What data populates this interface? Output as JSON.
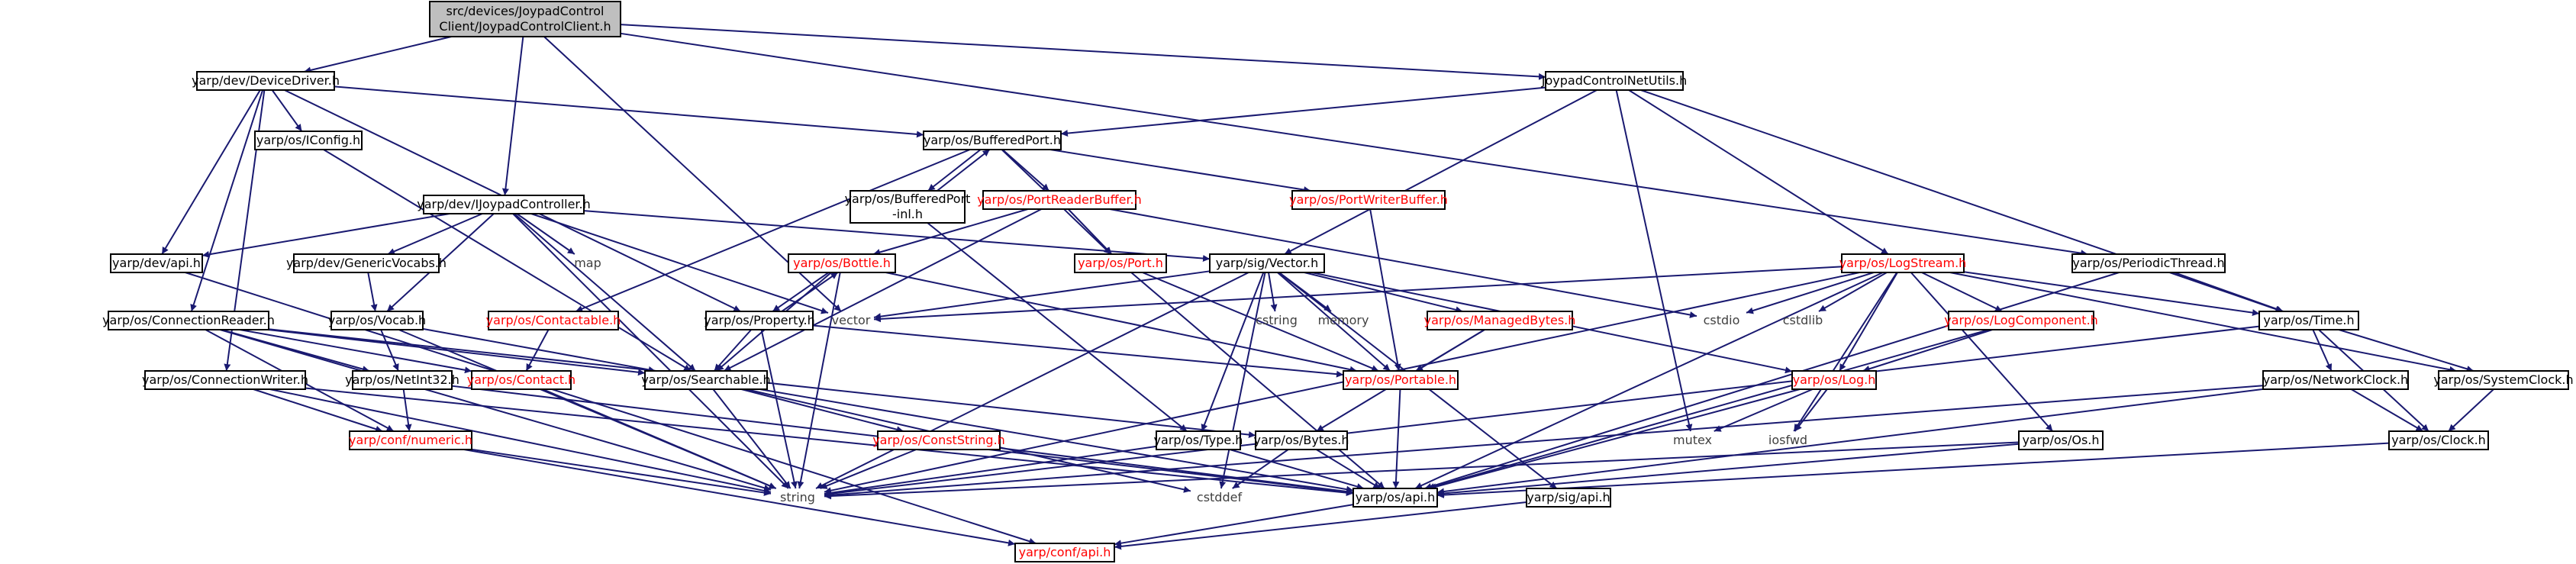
{
  "colors": {
    "edge": "#191970",
    "box_stroke": "#000000",
    "root_fill": "#bfbfbf",
    "box_fill": "#ffffff",
    "text_normal": "#000000",
    "text_incomplete": "#ff0000",
    "text_external": "#404040"
  },
  "nodes": [
    {
      "id": "root",
      "lines": [
        "src/devices/JoypadControl",
        "Client/JoypadControlClient.h"
      ],
      "style": "root"
    },
    {
      "id": "devdriver",
      "lines": [
        "yarp/dev/DeviceDriver.h"
      ],
      "style": "normal"
    },
    {
      "id": "jcnetutils",
      "lines": [
        "JoypadControlNetUtils.h"
      ],
      "style": "normal"
    },
    {
      "id": "iconfig",
      "lines": [
        "yarp/os/IConfig.h"
      ],
      "style": "normal"
    },
    {
      "id": "bufport",
      "lines": [
        "yarp/os/BufferedPort.h"
      ],
      "style": "normal"
    },
    {
      "id": "bufportinl",
      "lines": [
        "yarp/os/BufferedPort",
        "-inl.h"
      ],
      "style": "normal"
    },
    {
      "id": "portreaderbuf",
      "lines": [
        "yarp/os/PortReaderBuffer.h"
      ],
      "style": "incomplete"
    },
    {
      "id": "portwriterbuf",
      "lines": [
        "yarp/os/PortWriterBuffer.h"
      ],
      "style": "incomplete"
    },
    {
      "id": "ijoypad",
      "lines": [
        "yarp/dev/IJoypadController.h"
      ],
      "style": "normal"
    },
    {
      "id": "devapi",
      "lines": [
        "yarp/dev/api.h"
      ],
      "style": "normal"
    },
    {
      "id": "genvocabs",
      "lines": [
        "yarp/dev/GenericVocabs.h"
      ],
      "style": "normal"
    },
    {
      "id": "map",
      "lines": [
        "map"
      ],
      "style": "external"
    },
    {
      "id": "bottle",
      "lines": [
        "yarp/os/Bottle.h"
      ],
      "style": "incomplete"
    },
    {
      "id": "port",
      "lines": [
        "yarp/os/Port.h"
      ],
      "style": "incomplete"
    },
    {
      "id": "sigvector",
      "lines": [
        "yarp/sig/Vector.h"
      ],
      "style": "normal"
    },
    {
      "id": "logstream",
      "lines": [
        "yarp/os/LogStream.h"
      ],
      "style": "incomplete"
    },
    {
      "id": "periodic",
      "lines": [
        "yarp/os/PeriodicThread.h"
      ],
      "style": "normal"
    },
    {
      "id": "connreader",
      "lines": [
        "yarp/os/ConnectionReader.h"
      ],
      "style": "normal"
    },
    {
      "id": "vocab",
      "lines": [
        "yarp/os/Vocab.h"
      ],
      "style": "normal"
    },
    {
      "id": "contactable",
      "lines": [
        "yarp/os/Contactable.h"
      ],
      "style": "incomplete"
    },
    {
      "id": "property",
      "lines": [
        "yarp/os/Property.h"
      ],
      "style": "normal"
    },
    {
      "id": "vector",
      "lines": [
        "vector"
      ],
      "style": "external"
    },
    {
      "id": "cstring",
      "lines": [
        "cstring"
      ],
      "style": "external"
    },
    {
      "id": "memory",
      "lines": [
        "memory"
      ],
      "style": "external"
    },
    {
      "id": "managedbytes",
      "lines": [
        "yarp/os/ManagedBytes.h"
      ],
      "style": "incomplete"
    },
    {
      "id": "cstdio",
      "lines": [
        "cstdio"
      ],
      "style": "external"
    },
    {
      "id": "cstdlib",
      "lines": [
        "cstdlib"
      ],
      "style": "external"
    },
    {
      "id": "logcomponent",
      "lines": [
        "yarp/os/LogComponent.h"
      ],
      "style": "incomplete"
    },
    {
      "id": "time",
      "lines": [
        "yarp/os/Time.h"
      ],
      "style": "normal"
    },
    {
      "id": "connwriter",
      "lines": [
        "yarp/os/ConnectionWriter.h"
      ],
      "style": "normal"
    },
    {
      "id": "netint32",
      "lines": [
        "yarp/os/NetInt32.h"
      ],
      "style": "normal"
    },
    {
      "id": "contact",
      "lines": [
        "yarp/os/Contact.h"
      ],
      "style": "incomplete"
    },
    {
      "id": "searchable",
      "lines": [
        "yarp/os/Searchable.h"
      ],
      "style": "normal"
    },
    {
      "id": "portable",
      "lines": [
        "yarp/os/Portable.h"
      ],
      "style": "incomplete"
    },
    {
      "id": "log",
      "lines": [
        "yarp/os/Log.h"
      ],
      "style": "incomplete"
    },
    {
      "id": "netclock",
      "lines": [
        "yarp/os/NetworkClock.h"
      ],
      "style": "normal"
    },
    {
      "id": "sysclock",
      "lines": [
        "yarp/os/SystemClock.h"
      ],
      "style": "normal"
    },
    {
      "id": "confnumeric",
      "lines": [
        "yarp/conf/numeric.h"
      ],
      "style": "incomplete"
    },
    {
      "id": "conststring",
      "lines": [
        "yarp/os/ConstString.h"
      ],
      "style": "incomplete"
    },
    {
      "id": "type",
      "lines": [
        "yarp/os/Type.h"
      ],
      "style": "normal"
    },
    {
      "id": "bytes",
      "lines": [
        "yarp/os/Bytes.h"
      ],
      "style": "normal"
    },
    {
      "id": "mutex",
      "lines": [
        "mutex"
      ],
      "style": "external"
    },
    {
      "id": "iosfwd",
      "lines": [
        "iosfwd"
      ],
      "style": "external"
    },
    {
      "id": "osh",
      "lines": [
        "yarp/os/Os.h"
      ],
      "style": "normal"
    },
    {
      "id": "clock",
      "lines": [
        "yarp/os/Clock.h"
      ],
      "style": "normal"
    },
    {
      "id": "string",
      "lines": [
        "string"
      ],
      "style": "external"
    },
    {
      "id": "cstddef",
      "lines": [
        "cstddef"
      ],
      "style": "external"
    },
    {
      "id": "osapi",
      "lines": [
        "yarp/os/api.h"
      ],
      "style": "normal"
    },
    {
      "id": "sigapi",
      "lines": [
        "yarp/sig/api.h"
      ],
      "style": "normal"
    },
    {
      "id": "confapi",
      "lines": [
        "yarp/conf/api.h"
      ],
      "style": "incomplete"
    }
  ],
  "edges": [
    [
      "root",
      "devdriver"
    ],
    [
      "root",
      "jcnetutils"
    ],
    [
      "root",
      "ijoypad"
    ],
    [
      "root",
      "vector"
    ],
    [
      "root",
      "periodic"
    ],
    [
      "devdriver",
      "iconfig"
    ],
    [
      "devdriver",
      "bufport"
    ],
    [
      "devdriver",
      "devapi"
    ],
    [
      "devdriver",
      "connreader"
    ],
    [
      "devdriver",
      "connwriter"
    ],
    [
      "devdriver",
      "property"
    ],
    [
      "jcnetutils",
      "bufport"
    ],
    [
      "jcnetutils",
      "sigvector"
    ],
    [
      "jcnetutils",
      "logstream"
    ],
    [
      "jcnetutils",
      "time"
    ],
    [
      "jcnetutils",
      "mutex"
    ],
    [
      "iconfig",
      "searchable"
    ],
    [
      "bufport",
      "bufportinl"
    ],
    [
      "bufportinl",
      "bufport"
    ],
    [
      "bufport",
      "portreaderbuf"
    ],
    [
      "bufport",
      "portwriterbuf"
    ],
    [
      "bufport",
      "contactable"
    ],
    [
      "bufport",
      "port"
    ],
    [
      "bufportinl",
      "type"
    ],
    [
      "portreaderbuf",
      "bottle"
    ],
    [
      "portreaderbuf",
      "port"
    ],
    [
      "portreaderbuf",
      "cstdio"
    ],
    [
      "portreaderbuf",
      "searchable"
    ],
    [
      "portwriterbuf",
      "portable"
    ],
    [
      "ijoypad",
      "devapi"
    ],
    [
      "ijoypad",
      "genvocabs"
    ],
    [
      "ijoypad",
      "map"
    ],
    [
      "ijoypad",
      "vector"
    ],
    [
      "ijoypad",
      "sigvector"
    ],
    [
      "ijoypad",
      "vocab"
    ],
    [
      "ijoypad",
      "string"
    ],
    [
      "ijoypad",
      "searchable"
    ],
    [
      "devapi",
      "confapi"
    ],
    [
      "genvocabs",
      "vocab"
    ],
    [
      "bottle",
      "property"
    ],
    [
      "property",
      "bottle"
    ],
    [
      "bottle",
      "string"
    ],
    [
      "bottle",
      "portable"
    ],
    [
      "bottle",
      "searchable"
    ],
    [
      "port",
      "portable"
    ],
    [
      "port",
      "osapi"
    ],
    [
      "sigvector",
      "vector"
    ],
    [
      "sigvector",
      "cstring"
    ],
    [
      "sigvector",
      "memory"
    ],
    [
      "sigvector",
      "managedbytes"
    ],
    [
      "sigvector",
      "portable"
    ],
    [
      "sigvector",
      "type"
    ],
    [
      "sigvector",
      "string"
    ],
    [
      "sigvector",
      "cstddef"
    ],
    [
      "sigvector",
      "sigapi"
    ],
    [
      "sigvector",
      "log"
    ],
    [
      "logstream",
      "vector"
    ],
    [
      "logstream",
      "cstdio"
    ],
    [
      "logstream",
      "cstdlib"
    ],
    [
      "logstream",
      "logcomponent"
    ],
    [
      "logstream",
      "time"
    ],
    [
      "logstream",
      "log"
    ],
    [
      "logstream",
      "osh"
    ],
    [
      "logstream",
      "string"
    ],
    [
      "logstream",
      "iosfwd"
    ],
    [
      "logstream",
      "sysclock"
    ],
    [
      "logstream",
      "osapi"
    ],
    [
      "periodic",
      "time"
    ],
    [
      "periodic",
      "osapi"
    ],
    [
      "connreader",
      "contact"
    ],
    [
      "connreader",
      "netint32"
    ],
    [
      "connreader",
      "confnumeric"
    ],
    [
      "connreader",
      "string"
    ],
    [
      "connreader",
      "bytes"
    ],
    [
      "connreader",
      "searchable"
    ],
    [
      "vocab",
      "netint32"
    ],
    [
      "vocab",
      "string"
    ],
    [
      "vocab",
      "searchable"
    ],
    [
      "contactable",
      "contact"
    ],
    [
      "property",
      "searchable"
    ],
    [
      "property",
      "string"
    ],
    [
      "property",
      "portable"
    ],
    [
      "managedbytes",
      "portable"
    ],
    [
      "managedbytes",
      "bytes"
    ],
    [
      "logcomponent",
      "log"
    ],
    [
      "logcomponent",
      "osapi"
    ],
    [
      "time",
      "netclock"
    ],
    [
      "time",
      "sysclock"
    ],
    [
      "time",
      "clock"
    ],
    [
      "time",
      "string"
    ],
    [
      "connwriter",
      "confnumeric"
    ],
    [
      "connwriter",
      "string"
    ],
    [
      "connwriter",
      "osapi"
    ],
    [
      "netint32",
      "confnumeric"
    ],
    [
      "netint32",
      "osapi"
    ],
    [
      "contact",
      "string"
    ],
    [
      "searchable",
      "string"
    ],
    [
      "searchable",
      "conststring"
    ],
    [
      "searchable",
      "osapi"
    ],
    [
      "searchable",
      "cstddef"
    ],
    [
      "portable",
      "osapi"
    ],
    [
      "log",
      "mutex"
    ],
    [
      "log",
      "iosfwd"
    ],
    [
      "log",
      "osapi"
    ],
    [
      "netclock",
      "clock"
    ],
    [
      "netclock",
      "osapi"
    ],
    [
      "netclock",
      "string"
    ],
    [
      "sysclock",
      "clock"
    ],
    [
      "confnumeric",
      "confapi"
    ],
    [
      "confnumeric",
      "string"
    ],
    [
      "conststring",
      "string"
    ],
    [
      "conststring",
      "osapi"
    ],
    [
      "type",
      "string"
    ],
    [
      "type",
      "osapi"
    ],
    [
      "bytes",
      "cstddef"
    ],
    [
      "bytes",
      "osapi"
    ],
    [
      "osh",
      "osapi"
    ],
    [
      "osh",
      "string"
    ],
    [
      "clock",
      "osapi"
    ],
    [
      "osapi",
      "confapi"
    ],
    [
      "sigapi",
      "confapi"
    ]
  ]
}
